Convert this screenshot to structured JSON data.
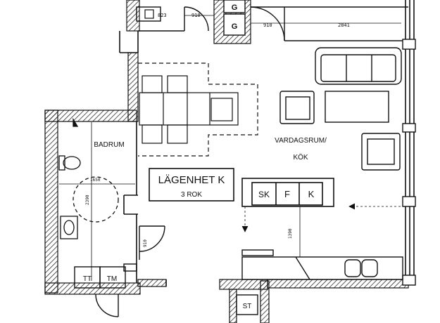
{
  "title": {
    "name": "LÄGENHET K",
    "rooms": "3 ROK"
  },
  "rooms": {
    "bathroom": "BADRUM",
    "living_kitchen_line1": "VARDAGSRUM/",
    "living_kitchen_line2": "KÖK"
  },
  "appliances": {
    "stove": "SK",
    "freezer": "F",
    "fridge": "K",
    "washer": "TT",
    "dryer": "TM",
    "storage": "ST",
    "wardrobe_top": "G",
    "wardrobe_bottom": "G"
  },
  "dimensions": {
    "d_910_a": "910",
    "d_910_b": "910",
    "d_2841": "2841",
    "d_1650": "1650",
    "d_2390": "2390",
    "d_910_door": "910",
    "d_1390": "1390",
    "d_823": "823"
  }
}
